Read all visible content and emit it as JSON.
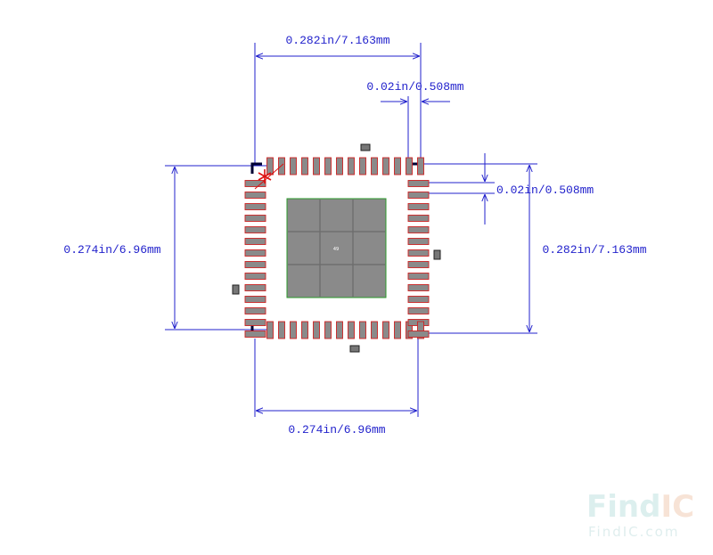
{
  "diagram": {
    "dimensions": {
      "top_width": "0.282in/7.163mm",
      "pin_pitch_top": "0.02in/0.508mm",
      "pin_pitch_right": "0.02in/0.508mm",
      "left_height": "0.274in/6.96mm",
      "right_height": "0.282in/7.163mm",
      "bottom_width": "0.274in/6.96mm"
    },
    "package": {
      "pins_per_side": 14,
      "center_label": "49"
    },
    "colors": {
      "dimension": "#2222cc",
      "pin1_marker": "#dd1111",
      "pad_fill": "#8a8a8a",
      "pad_outline": "#cc2222",
      "body_outline": "#000033",
      "watermark": "#e8f2f2"
    },
    "watermark": {
      "brand_a": "Find",
      "brand_b": "IC",
      "url": "FindIC.com"
    }
  }
}
